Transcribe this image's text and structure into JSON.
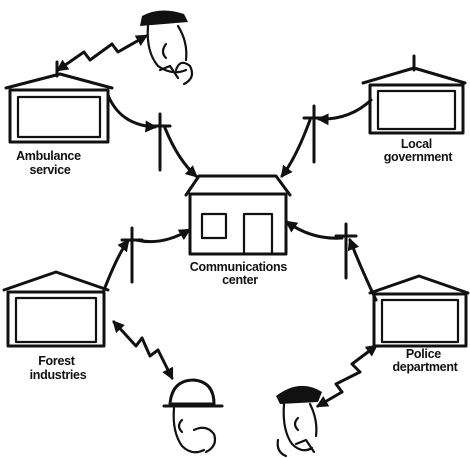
{
  "labels": {
    "ambulance_service": [
      "Ambulance",
      "service"
    ],
    "local_government": [
      "Local",
      "government"
    ],
    "communications_center": [
      "Communications",
      "center"
    ],
    "forest_industries": [
      "Forest",
      "industries"
    ],
    "police_department": [
      "Police",
      "department"
    ]
  },
  "colors": {
    "line": "#111111",
    "background": "#ffffff"
  },
  "icons": [
    "building-icon",
    "communications-center-icon",
    "utility-pole-icon",
    "radio-link-icon",
    "police-officer-icon",
    "forest-worker-icon",
    "ambulance-worker-icon"
  ]
}
